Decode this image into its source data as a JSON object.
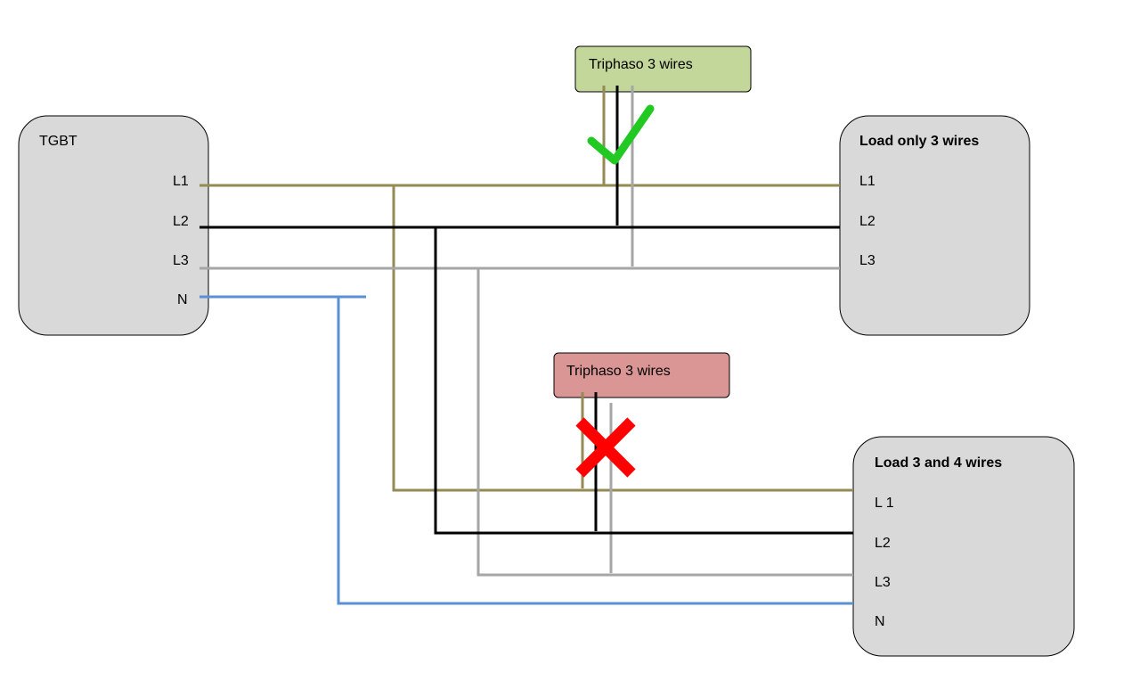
{
  "tgbt": {
    "title": "TGBT",
    "terminals": [
      "L1",
      "L2",
      "L3",
      "N"
    ]
  },
  "load_3": {
    "title": "Load only 3 wires",
    "terminals": [
      "L1",
      "L2",
      "L3"
    ]
  },
  "load_34": {
    "title": "Load 3 and 4 wires",
    "terminals": [
      "L 1",
      "L2",
      "L3",
      "N"
    ]
  },
  "meter_ok": {
    "label": "Triphaso 3 wires",
    "status": "check-icon"
  },
  "meter_bad": {
    "label": "Triphaso 3 wires",
    "status": "cross-icon"
  },
  "colors": {
    "L1": "#948a54",
    "L2": "#000000",
    "L3": "#a6a6a6",
    "N": "#5b8fd6",
    "box_fill": "#d9d9d9",
    "meter_ok_fill": "#c4d79b",
    "meter_bad_fill": "#d99694",
    "check": "#22c922",
    "cross": "#ff0000"
  }
}
